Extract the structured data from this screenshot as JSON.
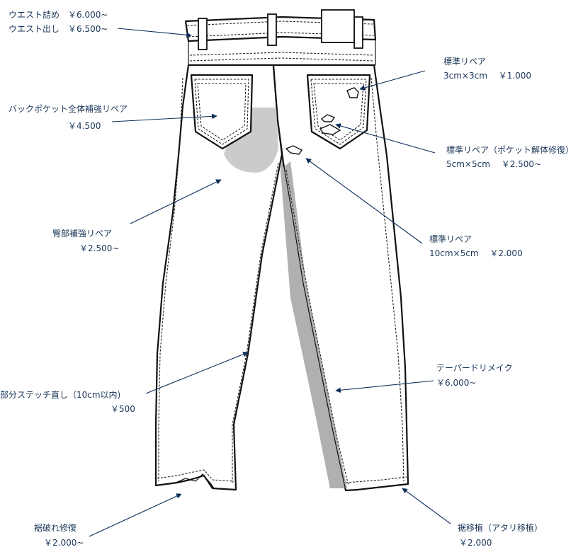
{
  "labels": {
    "waist_take_in": "ウエスト詰め　￥6.000~",
    "waist_let_out": "ウエスト出し　￥6.500~",
    "std_repair_title": "標準リペア",
    "std_repair_price": "3cm×3cm　 ￥1.000",
    "pocket_repair_title": "標準リペア（ポケット解体修復）",
    "pocket_repair_price": "5cm×5cm　 ￥2.500~",
    "back_pocket_title": "バックポケット全体補強リペア",
    "back_pocket_price": "￥4.500",
    "butt_title": "臀部補強リペア",
    "butt_price": "￥2.500~",
    "std_repair10_title": "標準リペア",
    "std_repair10_price": "10cm×5cm　 ￥2.000",
    "taper_title": "テーパードリメイク",
    "taper_price": "￥6.000~",
    "stitch_title": "部分ステッチ直し（10cm以内)",
    "stitch_price": "￥500",
    "hem_tear_title": "裾破れ修復",
    "hem_tear_price": "￥2.000~",
    "hem_transfer_title": "裾移植（アタリ移植）",
    "hem_transfer_price": "￥2.000"
  },
  "colors": {
    "label_text": "#1a3658",
    "arrow": "#0d2f5a",
    "shade": "#c8c8c8",
    "taper_shade": "#b0b0b0"
  }
}
